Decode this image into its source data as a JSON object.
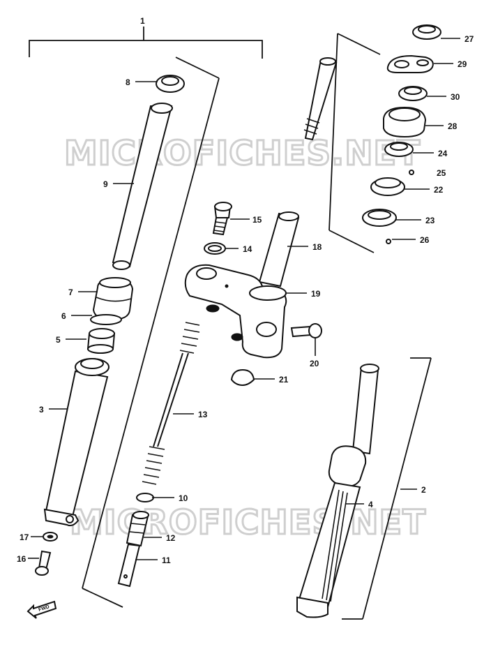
{
  "diagram": {
    "watermark": "MICROFICHES.NET",
    "forward_label": "FWD",
    "callouts": [
      {
        "id": "c1",
        "label": "1"
      },
      {
        "id": "c2",
        "label": "2"
      },
      {
        "id": "c3",
        "label": "3"
      },
      {
        "id": "c4",
        "label": "4"
      },
      {
        "id": "c5",
        "label": "5"
      },
      {
        "id": "c6",
        "label": "6"
      },
      {
        "id": "c7",
        "label": "7"
      },
      {
        "id": "c8",
        "label": "8"
      },
      {
        "id": "c9",
        "label": "9"
      },
      {
        "id": "c10",
        "label": "10"
      },
      {
        "id": "c11",
        "label": "11"
      },
      {
        "id": "c12",
        "label": "12"
      },
      {
        "id": "c13",
        "label": "13"
      },
      {
        "id": "c14",
        "label": "14"
      },
      {
        "id": "c15",
        "label": "15"
      },
      {
        "id": "c16",
        "label": "16"
      },
      {
        "id": "c17",
        "label": "17"
      },
      {
        "id": "c18",
        "label": "18"
      },
      {
        "id": "c19",
        "label": "19"
      },
      {
        "id": "c20",
        "label": "20"
      },
      {
        "id": "c21",
        "label": "21"
      },
      {
        "id": "c22",
        "label": "22"
      },
      {
        "id": "c23",
        "label": "23"
      },
      {
        "id": "c24",
        "label": "24"
      },
      {
        "id": "c25",
        "label": "25"
      },
      {
        "id": "c26",
        "label": "26"
      },
      {
        "id": "c27",
        "label": "27"
      },
      {
        "id": "c28",
        "label": "28"
      },
      {
        "id": "c29",
        "label": "29"
      },
      {
        "id": "c30",
        "label": "30"
      }
    ]
  }
}
